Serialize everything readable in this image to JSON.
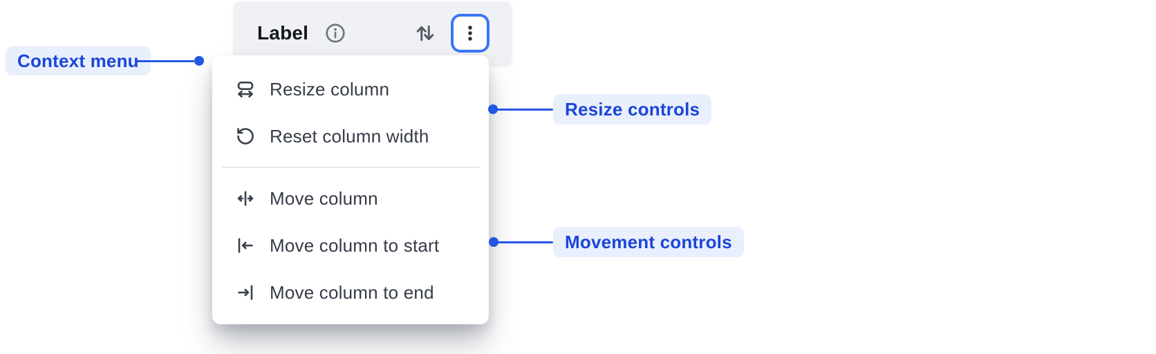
{
  "colors": {
    "accent": "#2257e3",
    "pill_bg": "#e9effc",
    "pill_text": "#1b46d9",
    "header_bg": "#f0f1f4",
    "header_text": "#15181e",
    "focus_ring": "#3a75f3",
    "menu_bg": "#ffffff",
    "menu_text": "#353b47",
    "icon_gray": "#6e7380",
    "icon_dark": "#3a414d",
    "divider": "#e6e7ea"
  },
  "column_header": {
    "label": "Label",
    "info_icon": "info-icon",
    "sort_icon": "sort-arrows-icon",
    "menu_icon": "kebab-menu-icon"
  },
  "context_menu": {
    "items": [
      {
        "label": "Resize column",
        "icon": "resize-column-icon"
      },
      {
        "label": "Reset column width",
        "icon": "reset-column-width-icon"
      },
      {
        "label": "Move column",
        "icon": "move-column-icon"
      },
      {
        "label": "Move column to start",
        "icon": "move-column-to-start-icon"
      },
      {
        "label": "Move column to end",
        "icon": "move-column-to-end-icon"
      }
    ]
  },
  "annotations": {
    "context_menu": {
      "label": "Context menu"
    },
    "resize_controls": {
      "label": "Resize controls"
    },
    "movement_controls": {
      "label": "Movement controls"
    }
  }
}
